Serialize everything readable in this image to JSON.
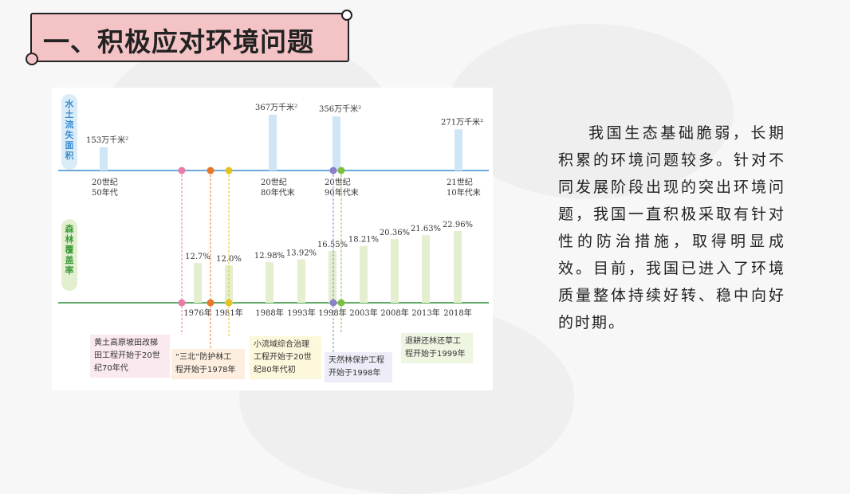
{
  "title": "一、积极应对环境问题",
  "body_text": "我国生态基础脆弱，长期积累的环境问题较多。针对不同发展阶段出现的突出环境问题，我国一直积极采取有针对性的防治措施，取得明显成效。目前，我国已进入了环境质量整体持续好转、稳中向好的时期。",
  "figure": {
    "soil_label": "水土流失面积",
    "forest_label": "森林覆盖率",
    "colors": {
      "soil_bar": "#cfe6f6",
      "forest_bar": "#e3efcf",
      "soil_line": "#3a8bd0",
      "forest_line": "#2f8f3a"
    },
    "soil_periods": [
      {
        "value_label": "153万千米²",
        "label1": "20世纪",
        "label2": "50年代",
        "value": 153
      },
      {
        "value_label": "367万千米²",
        "label1": "20世纪",
        "label2": "80年代末",
        "value": 367
      },
      {
        "value_label": "356万千米²",
        "label1": "20世纪",
        "label2": "90年代末",
        "value": 356
      },
      {
        "value_label": "271万千米²",
        "label1": "21世纪",
        "label2": "10年代末",
        "value": 271
      }
    ],
    "forest_years": [
      {
        "year": "1976年",
        "value_label": "12.7%",
        "value": 12.7
      },
      {
        "year": "1981年",
        "value_label": "12.0%",
        "value": 12.0
      },
      {
        "year": "1988年",
        "value_label": "12.98%",
        "value": 12.98
      },
      {
        "year": "1993年",
        "value_label": "13.92%",
        "value": 13.92
      },
      {
        "year": "1998年",
        "value_label": "16.55%",
        "value": 16.55
      },
      {
        "year": "2003年",
        "value_label": "18.21%",
        "value": 18.21
      },
      {
        "year": "2008年",
        "value_label": "20.36%",
        "value": 20.36
      },
      {
        "year": "2013年",
        "value_label": "21.63%",
        "value": 21.63
      },
      {
        "year": "2018年",
        "value_label": "22.96%",
        "value": 22.96
      }
    ],
    "callouts": [
      {
        "text1": "黄土高原坡田改梯",
        "text2": "田工程开始于20世",
        "text3": "纪70年代",
        "color": "#e87aa8",
        "bg": "#fbe9f0"
      },
      {
        "text1": "“三北”防护林工",
        "text2": "程开始于1978年",
        "text3": "",
        "color": "#e8772a",
        "bg": "#fdeedf"
      },
      {
        "text1": "小流域综合治理",
        "text2": "工程开始于20世",
        "text3": "纪80年代初",
        "color": "#e8c020",
        "bg": "#fdf7dc"
      },
      {
        "text1": "天然林保护工程",
        "text2": "开始于1998年",
        "text3": "",
        "color": "#8a7fc8",
        "bg": "#eeecf8"
      },
      {
        "text1": "退耕还林还草工",
        "text2": "程开始于1999年",
        "text3": "",
        "color": "#7cc040",
        "bg": "#eef6e2"
      }
    ]
  }
}
